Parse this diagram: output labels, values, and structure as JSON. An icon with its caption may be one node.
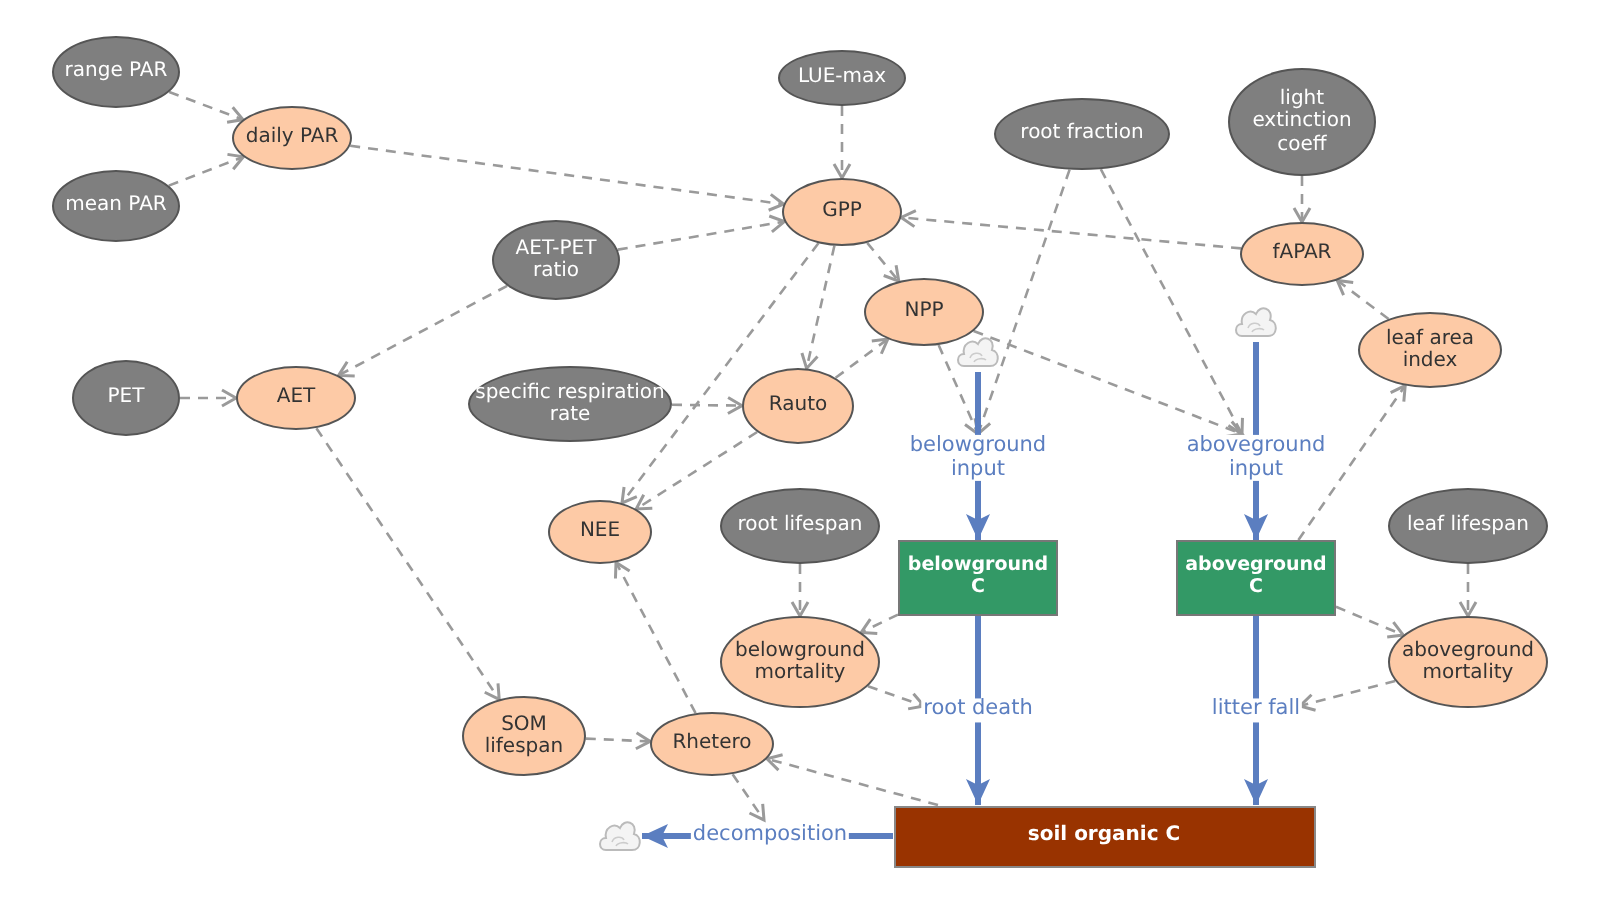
{
  "diagram": {
    "nodes": [
      {
        "text": [
          "range PAR"
        ]
      },
      {
        "text": [
          "mean PAR"
        ]
      },
      {
        "text": [
          "daily PAR"
        ]
      },
      {
        "text": [
          "LUE-max"
        ]
      },
      {
        "text": [
          "root fraction"
        ]
      },
      {
        "text": [
          "light extinction coeff"
        ]
      },
      {
        "text": [
          "GPP"
        ]
      },
      {
        "text": [
          "AET-PET ratio"
        ]
      },
      {
        "text": [
          "fAPAR"
        ]
      },
      {
        "text": [
          "NPP"
        ]
      },
      {
        "text": [
          "PET"
        ]
      },
      {
        "text": [
          "AET"
        ]
      },
      {
        "text": [
          "specific respiration rate"
        ]
      },
      {
        "text": [
          "Rauto"
        ]
      },
      {
        "text": [
          "leaf area index"
        ]
      },
      {
        "text": [
          "NEE"
        ]
      },
      {
        "text": [
          "root lifespan"
        ]
      },
      {
        "text": [
          "belowground C"
        ]
      },
      {
        "text": [
          "aboveground C"
        ]
      },
      {
        "text": [
          "leaf lifespan"
        ]
      },
      {
        "text": [
          "belowground mortality"
        ]
      },
      {
        "text": [
          "aboveground mortality"
        ]
      },
      {
        "text": [
          "SOM lifespan"
        ]
      },
      {
        "text": [
          "Rhetero"
        ]
      },
      {
        "text": [
          "soil organic C"
        ]
      },
      {
        "text": [],
        "shape": "cloud"
      },
      {
        "text": [],
        "shape": "cloud"
      },
      {
        "text": [],
        "shape": "cloud"
      }
    ],
    "edges": [
      {
        "from": 0,
        "to": 2,
        "arrow": "to",
        "style": "dashed"
      },
      {
        "from": 1,
        "to": 2,
        "arrow": "to",
        "style": "dashed"
      },
      {
        "from": 2,
        "to": 6,
        "arrow": "to",
        "style": "dashed"
      },
      {
        "from": 3,
        "to": 6,
        "arrow": "to",
        "style": "dashed"
      },
      {
        "from": 7,
        "to": 6,
        "arrow": "to",
        "style": "dashed"
      },
      {
        "from": 8,
        "to": 6,
        "arrow": "to",
        "style": "dashed"
      },
      {
        "from": 7,
        "to": 11,
        "arrow": "to",
        "style": "dashed"
      },
      {
        "from": 10,
        "to": 11,
        "arrow": "to",
        "style": "dashed"
      },
      {
        "from": 6,
        "to": 9,
        "arrow": "to",
        "style": "dashed"
      },
      {
        "from": 6,
        "to": 13,
        "arrow": "to",
        "style": "dashed"
      },
      {
        "from": 6,
        "to": 15,
        "arrow": "to",
        "style": "dashed"
      },
      {
        "from": 13,
        "to": 9,
        "arrow": "to",
        "style": "dashed"
      },
      {
        "from": 13,
        "to": 15,
        "arrow": "to",
        "style": "dashed"
      },
      {
        "from": 12,
        "to": 13,
        "arrow": "to",
        "style": "dashed"
      },
      {
        "from": 5,
        "to": 8,
        "arrow": "to",
        "style": "dashed"
      },
      {
        "from": 14,
        "to": 8,
        "arrow": "to",
        "style": "dashed"
      },
      {
        "from": 4,
        "to": null,
        "arrow": "to",
        "style": "dashed"
      },
      {
        "from": 4,
        "to": null,
        "arrow": "to",
        "style": "dashed"
      },
      {
        "from": 9,
        "to": null,
        "arrow": "to",
        "style": "dashed"
      },
      {
        "from": 9,
        "to": null,
        "arrow": "to",
        "style": "dashed"
      },
      {
        "from": 25,
        "to": 17,
        "arrow": "to",
        "label": "belowground input",
        "style": "thick",
        "color": "#5b7ec0"
      },
      {
        "from": 26,
        "to": 18,
        "arrow": "to",
        "label": "aboveground input",
        "style": "thick",
        "color": "#5b7ec0"
      },
      {
        "from": 18,
        "to": 14,
        "arrow": "to",
        "style": "dashed"
      },
      {
        "from": 16,
        "to": 20,
        "arrow": "to",
        "style": "dashed"
      },
      {
        "from": 17,
        "to": 20,
        "arrow": "to",
        "style": "dashed"
      },
      {
        "from": 19,
        "to": 21,
        "arrow": "to",
        "style": "dashed"
      },
      {
        "from": 18,
        "to": 21,
        "arrow": "to",
        "style": "dashed"
      },
      {
        "from": 20,
        "to": null,
        "arrow": "to",
        "style": "dashed"
      },
      {
        "from": 21,
        "to": null,
        "arrow": "to",
        "style": "dashed"
      },
      {
        "from": 17,
        "to": 24,
        "arrow": "to",
        "label": "root death",
        "style": "thick",
        "color": "#5b7ec0"
      },
      {
        "from": 18,
        "to": 24,
        "arrow": "to",
        "label": "litter fall",
        "style": "thick",
        "color": "#5b7ec0"
      },
      {
        "from": 11,
        "to": 22,
        "arrow": "to",
        "style": "dashed"
      },
      {
        "from": 22,
        "to": 23,
        "arrow": "to",
        "style": "dashed"
      },
      {
        "from": 23,
        "to": 15,
        "arrow": "to",
        "style": "dashed"
      },
      {
        "from": 24,
        "to": 23,
        "arrow": "to",
        "style": "dashed"
      },
      {
        "from": 23,
        "to": null,
        "arrow": "to",
        "style": "dashed"
      },
      {
        "from": 24,
        "to": 27,
        "arrow": "to",
        "label": "decomposition",
        "style": "thick",
        "color": "#5b7ec0"
      }
    ]
  }
}
